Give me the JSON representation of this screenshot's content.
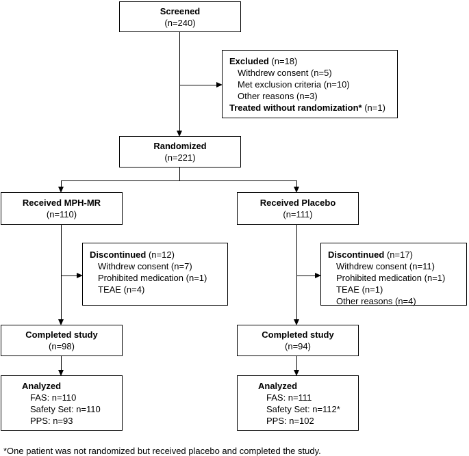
{
  "screened": {
    "title": "Screened",
    "n": "(n=240)"
  },
  "excluded": {
    "title": "Excluded",
    "n": " (n=18)",
    "items": [
      "Withdrew consent (n=5)",
      "Met exclusion criteria (n=10)",
      "Other reasons (n=3)"
    ],
    "treated_title": "Treated without randomization*",
    "treated_n": " (n=1)"
  },
  "randomized": {
    "title": "Randomized",
    "n": "(n=221)"
  },
  "left": {
    "received": {
      "title": "Received MPH-MR",
      "n": "(n=110)"
    },
    "discontinued": {
      "title": "Discontinued",
      "n": " (n=12)",
      "items": [
        "Withdrew consent (n=7)",
        "Prohibited medication (n=1)",
        "TEAE (n=4)"
      ]
    },
    "completed": {
      "title": "Completed study",
      "n": "(n=98)"
    },
    "analyzed": {
      "title": "Analyzed",
      "items": [
        "FAS: n=110",
        "Safety Set: n=110",
        "PPS: n=93"
      ]
    }
  },
  "right": {
    "received": {
      "title": "Received Placebo",
      "n": "(n=111)"
    },
    "discontinued": {
      "title": "Discontinued",
      "n": " (n=17)",
      "items": [
        "Withdrew consent (n=11)",
        "Prohibited medication (n=1)",
        "TEAE (n=1)",
        "Other reasons (n=4)"
      ]
    },
    "completed": {
      "title": "Completed study",
      "n": "(n=94)"
    },
    "analyzed": {
      "title": "Analyzed",
      "items": [
        "FAS: n=111",
        "Safety Set: n=112*",
        "PPS: n=102"
      ]
    }
  },
  "footnote": "*One patient was not randomized but received placebo and completed the study."
}
